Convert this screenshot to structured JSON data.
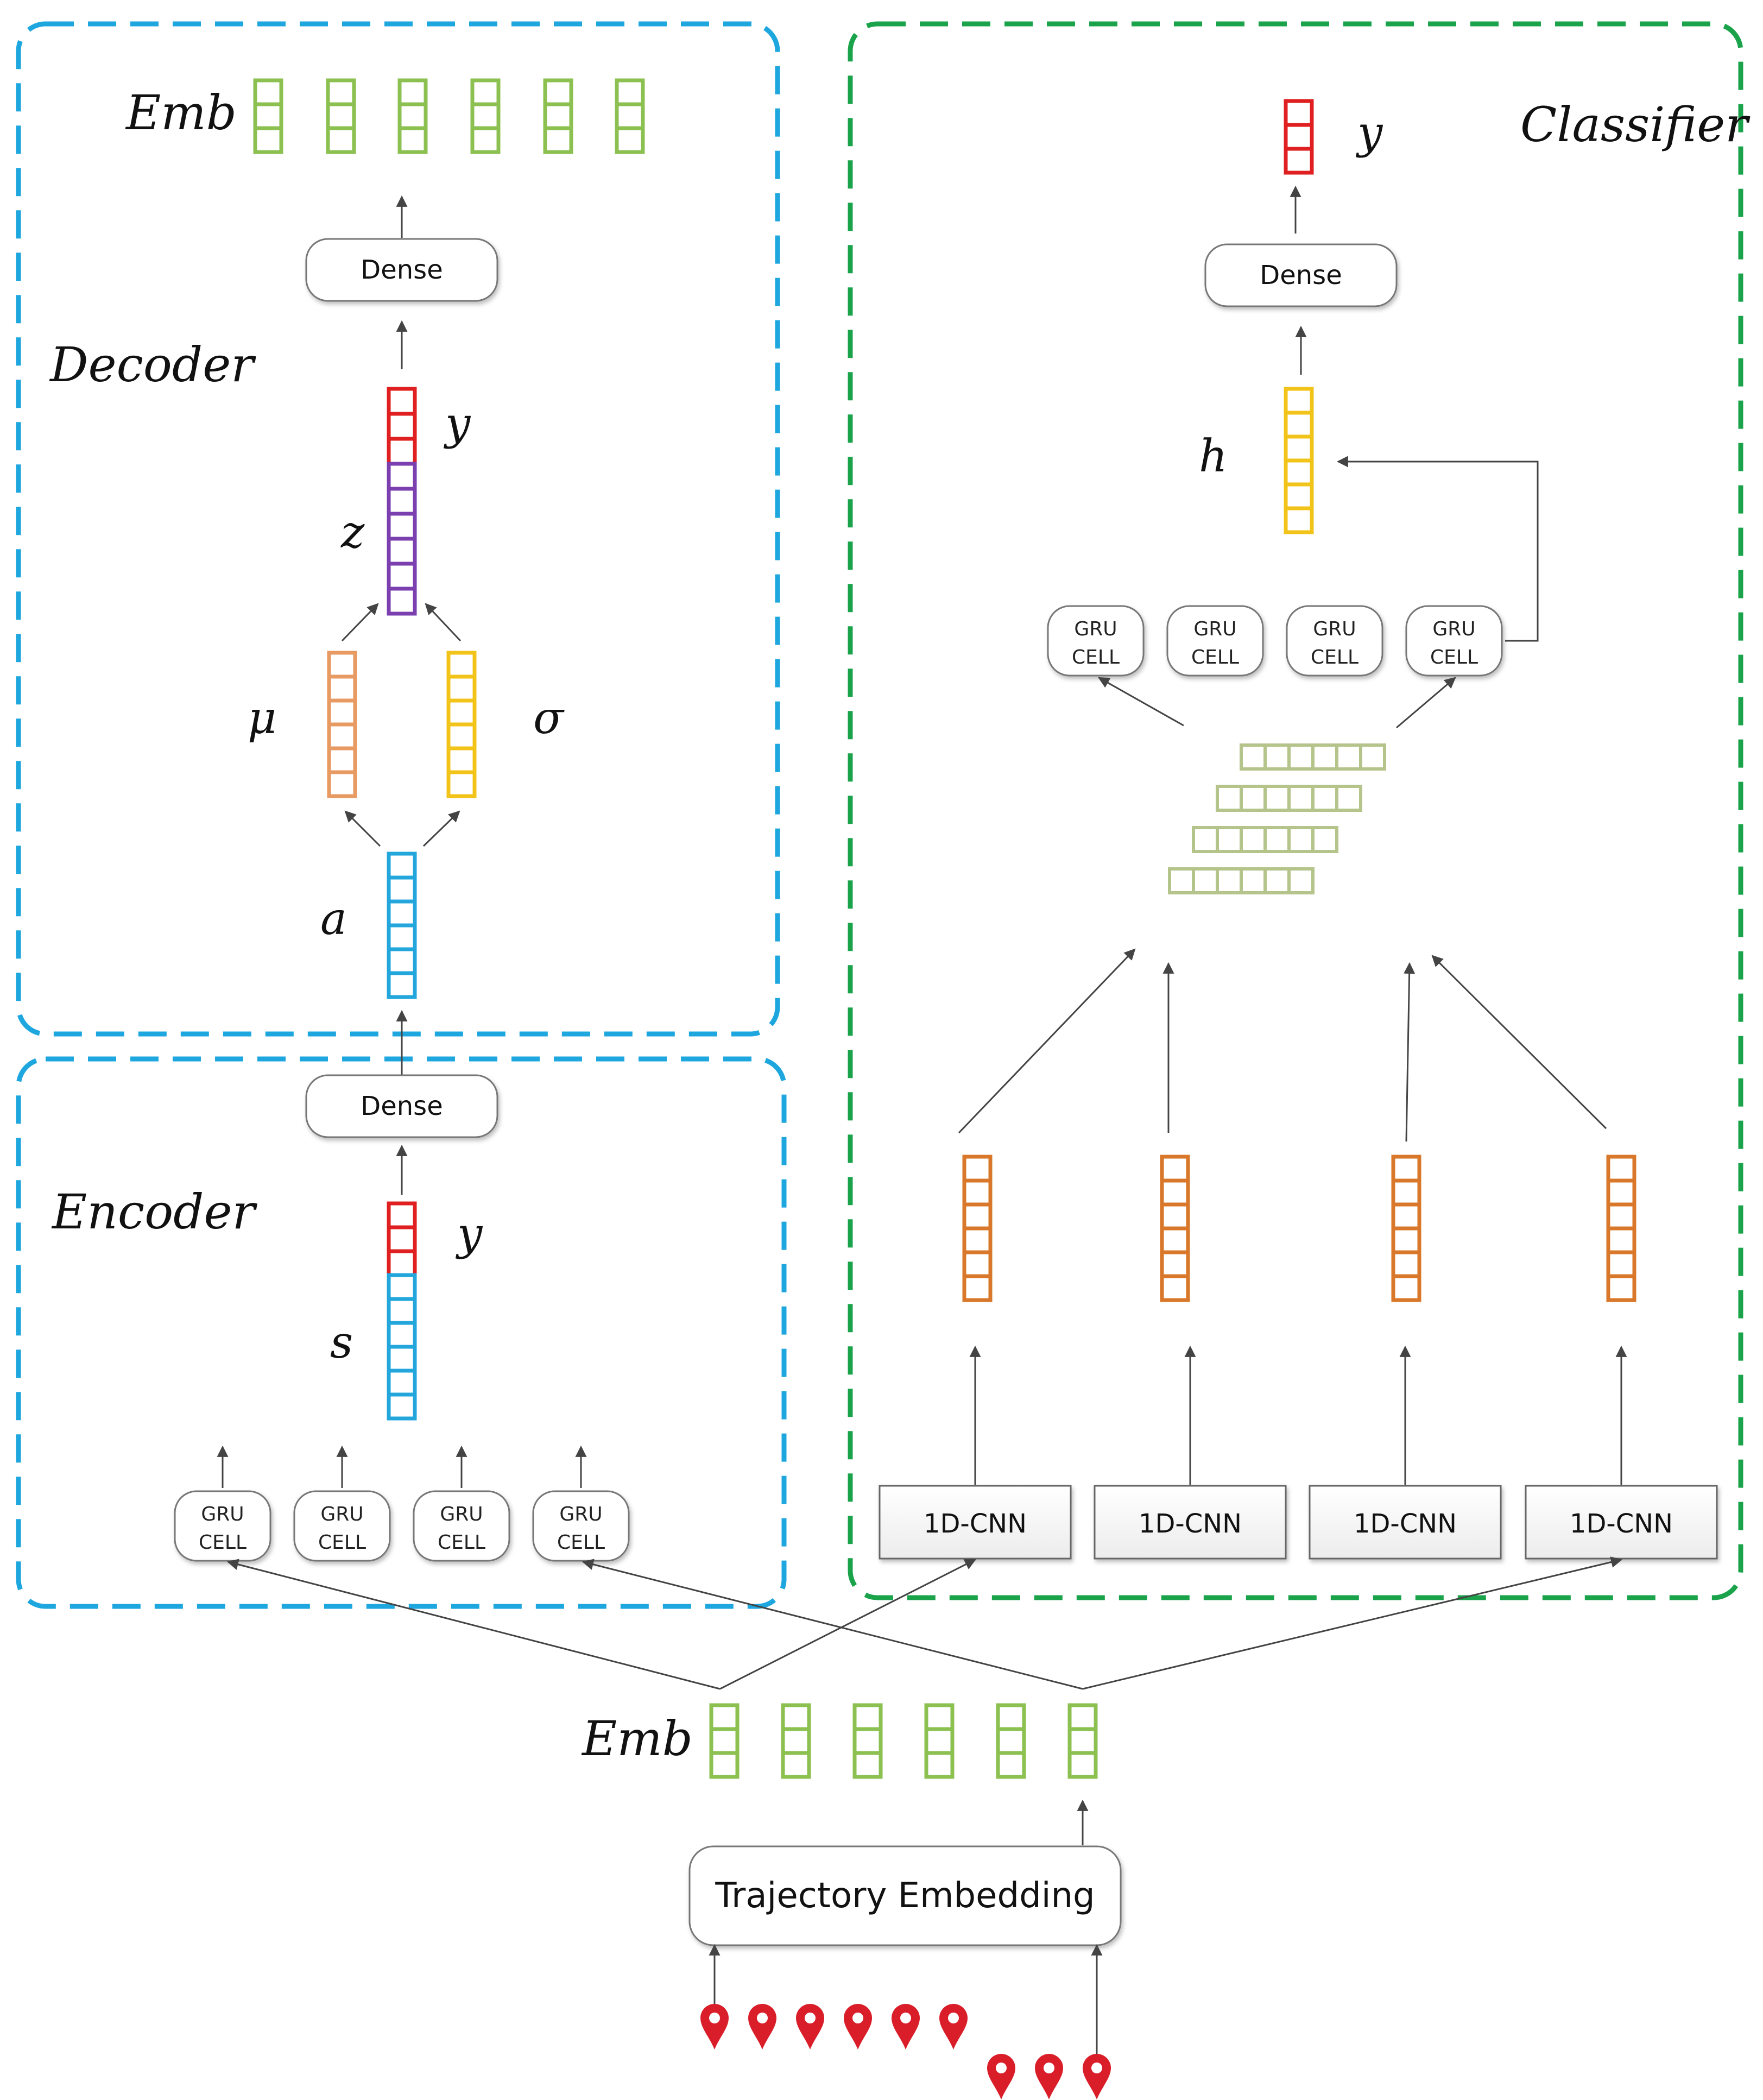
{
  "decoder": {
    "title": "Decoder",
    "output_label": "Emb",
    "dense_label": "Dense",
    "y_label": "y",
    "z_label": "z",
    "mu_label": "μ",
    "sigma_label": "σ",
    "a_label": "a"
  },
  "encoder": {
    "title": "Encoder",
    "dense_label": "Dense",
    "y_label": "y",
    "s_label": "s",
    "gru_cells": [
      {
        "line1": "GRU",
        "line2": "CELL"
      },
      {
        "line1": "GRU",
        "line2": "CELL"
      },
      {
        "line1": "GRU",
        "line2": "CELL"
      },
      {
        "line1": "GRU",
        "line2": "CELL"
      }
    ]
  },
  "classifier": {
    "title": "Classifier",
    "y_label": "y",
    "dense_label": "Dense",
    "h_label": "h",
    "gru_cells": [
      {
        "line1": "GRU",
        "line2": "CELL"
      },
      {
        "line1": "GRU",
        "line2": "CELL"
      },
      {
        "line1": "GRU",
        "line2": "CELL"
      },
      {
        "line1": "GRU",
        "line2": "CELL"
      }
    ],
    "cnn_labels": [
      "1D-CNN",
      "1D-CNN",
      "1D-CNN",
      "1D-CNN"
    ]
  },
  "input": {
    "emb_label": "Emb",
    "trajectory_label": "Trajectory Embedding"
  },
  "colors": {
    "encoder_decoder_border": "#1ea6de",
    "classifier_border": "#1aa34a",
    "emb_green": "#8cc152",
    "label_red": "#e02020",
    "latent_purple": "#7b3fb0",
    "mu_orange": "#e89a63",
    "sigma_yellow": "#f2c318",
    "a_blue": "#22a6dc",
    "cnn_orange": "#d9782a",
    "feature_olive": "#b5c48a",
    "pin_red": "#d91e2a"
  },
  "icons": {
    "location_pin": "map-pin-icon"
  }
}
